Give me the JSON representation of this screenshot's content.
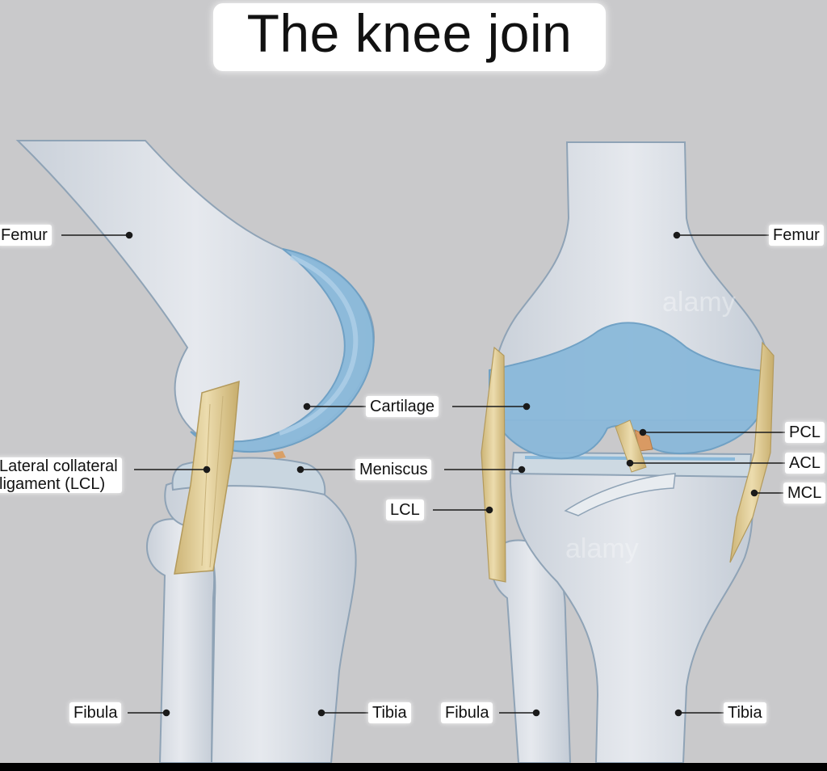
{
  "title": "The knee join",
  "left_view": {
    "femur": "Femur",
    "lcl_line1": "Lateral collateral",
    "lcl_line2": "ligament (LCL)",
    "cartilage": "Cartilage",
    "meniscus": "Meniscus",
    "fibula": "Fibula",
    "tibia": "Tibia"
  },
  "right_view": {
    "femur": "Femur",
    "lcl": "LCL",
    "pcl": "PCL",
    "acl": "ACL",
    "mcl": "MCL",
    "fibula": "Fibula",
    "tibia": "Tibia"
  },
  "watermark": "alamy",
  "colors": {
    "background": "#c9c9cb",
    "bone": "#d9dde4",
    "bone_outline": "#8fa3b6",
    "cartilage": "#8ab9da",
    "ligament": "#d9c48c",
    "pcl": "#d99a63"
  }
}
